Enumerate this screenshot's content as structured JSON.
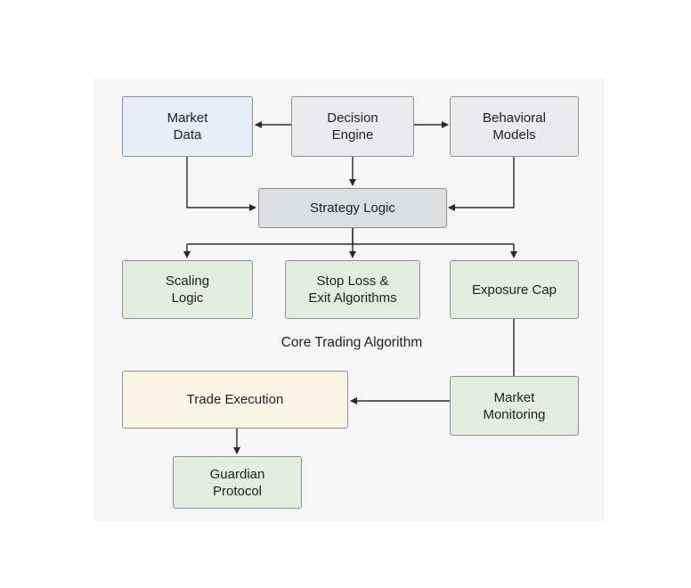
{
  "nodes": {
    "market_data": "Market\nData",
    "decision_engine": "Decision\nEngine",
    "behavioral_models": "Behavioral\nModels",
    "strategy_logic": "Strategy Logic",
    "scaling_logic": "Scaling\nLogic",
    "stop_loss": "Stop Loss &\nExit Algorithms",
    "exposure_cap": "Exposure Cap",
    "trade_execution": "Trade Execution",
    "market_monitoring": "Market\nMonitoring",
    "guardian_protocol": "Guardian\nProtocol"
  },
  "caption": "Core Trading Algorithm",
  "colors": {
    "input_fill": "#e7eef7",
    "engine_fill": "#ebebee",
    "strategy_fill": "#dcdee2",
    "control_fill": "#e3ecdf",
    "execution_fill": "#f9f6e6",
    "line": "#2a2a2a"
  }
}
